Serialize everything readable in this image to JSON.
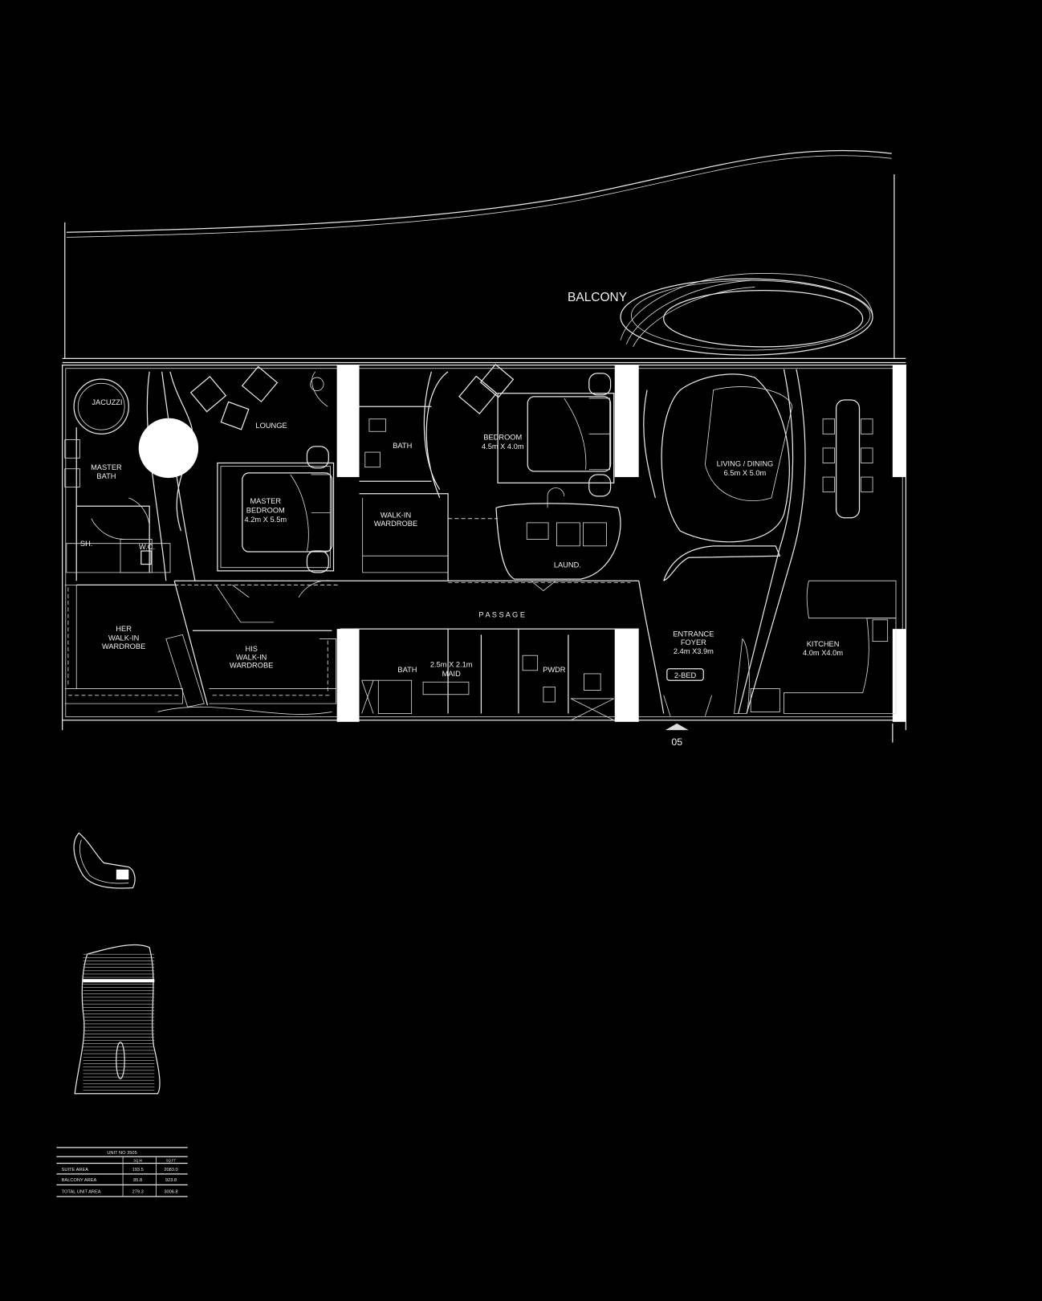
{
  "plan": {
    "balcony": "BALCONY",
    "passage": "P A S S A G E",
    "entrance_marker": "05",
    "unit_type_tag": "2-BED",
    "rooms": {
      "jacuzzi": "JACUZZI",
      "lounge": "LOUNGE",
      "master_bath": [
        "MASTER",
        "BATH"
      ],
      "shower": "SH.",
      "wc": "W.C.",
      "master_bedroom": [
        "MASTER",
        "BEDROOM",
        "4.2m X 5.5m"
      ],
      "her_wardrobe": [
        "HER",
        "WALK-IN",
        "WARDROBE"
      ],
      "his_wardrobe": [
        "HIS",
        "WALK-IN",
        "WARDROBE"
      ],
      "bath_upper": "BATH",
      "bedroom": [
        "BEDROOM",
        "4.5m X 4.0m"
      ],
      "walkin_wardrobe": [
        "WALK-IN",
        "WARDROBE"
      ],
      "laundry": "LAUND.",
      "bath_lower": "BATH",
      "maid": [
        "2.5m X 2.1m",
        "MAID"
      ],
      "powder": "PWDR",
      "living_dining": [
        "LIVING / DINING",
        "6.5m X 5.0m"
      ],
      "entrance_foyer": [
        "ENTRANCE",
        "FOYER",
        "2.4m X3.9m"
      ],
      "kitchen": [
        "KITCHEN",
        "4.0m X4.0m"
      ]
    }
  },
  "area_table": {
    "title": "UNIT NO 3505",
    "columns": [
      "SQ.M",
      "SQ.FT"
    ],
    "rows": [
      {
        "label": "SUITE AREA",
        "sqm": "193.5",
        "sqft": "2083.0"
      },
      {
        "label": "BALCONY AREA",
        "sqm": "85.8",
        "sqft": "923.8"
      },
      {
        "label": "TOTAL UNIT AREA",
        "sqm": "279.3",
        "sqft": "3006.8"
      }
    ]
  }
}
